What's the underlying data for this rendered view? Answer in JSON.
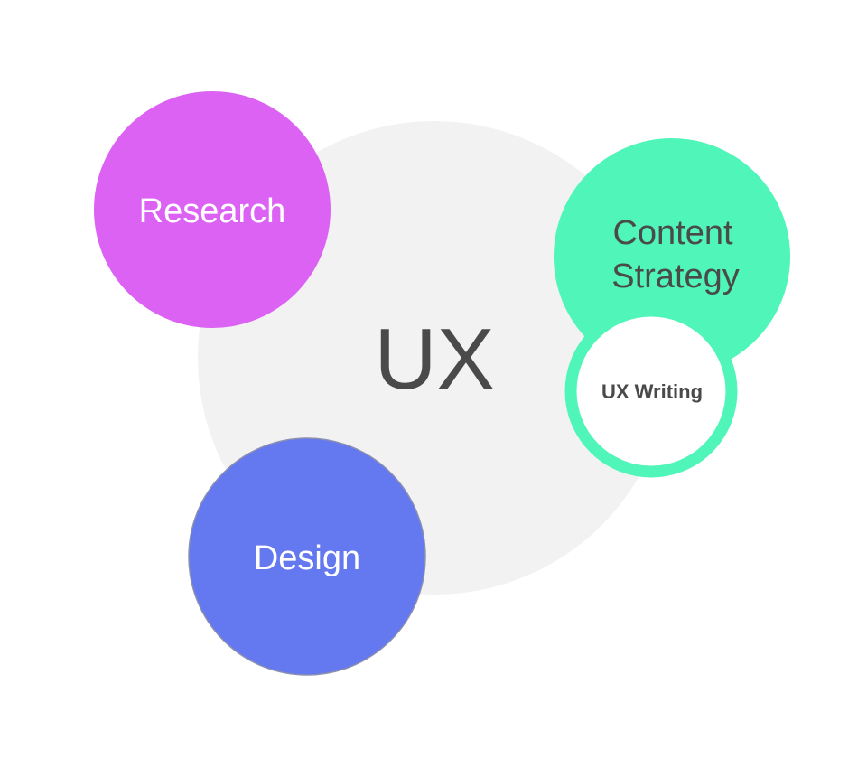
{
  "diagram": {
    "center": {
      "label": "UX"
    },
    "nodes": [
      {
        "id": "research",
        "label": "Research"
      },
      {
        "id": "content-strategy",
        "lines": [
          "Content",
          "Strategy"
        ]
      },
      {
        "id": "ux-writing",
        "label": "UX Writing"
      },
      {
        "id": "design",
        "label": "Design"
      }
    ]
  },
  "colors": {
    "center": "#f2f2f2",
    "research": "#dc62f4",
    "content_strategy": "#4ff5b9",
    "ux_writing_fill": "#ffffff",
    "design": "#6479f0",
    "dark_text": "#4a4a4a",
    "light_text": "#ffffff"
  }
}
